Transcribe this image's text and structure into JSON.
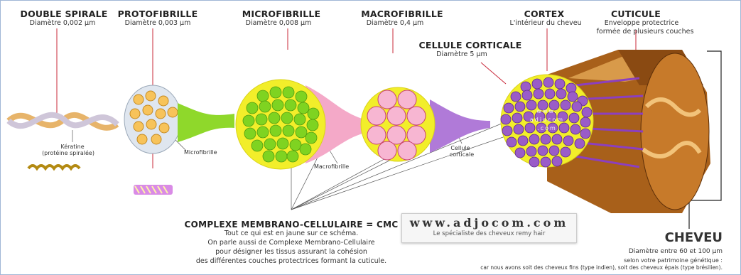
{
  "stages": [
    {
      "title": "DOUBLE SPIRALE",
      "diameter": "Diamètre  0,002 µm"
    },
    {
      "title": "PROTOFIBRILLE",
      "diameter": "Diamètre  0,003 µm"
    },
    {
      "title": "MICROFIBRILLE",
      "diameter": "Diamètre  0,008 µm"
    },
    {
      "title": "MACROFIBRILLE",
      "diameter": "Diamètre  0,4 µm"
    },
    {
      "title": "CORTEX",
      "diameter": "L'intérieur du cheveu"
    },
    {
      "title": "CUTICULE",
      "diameter": "Enveloppe protectrice",
      "diameter2": "formée de plusieurs couches"
    }
  ],
  "cellule": {
    "title": "CELLULE CORTICALE",
    "diameter": "Diamètre 5 µm"
  },
  "labels": {
    "keratine": "Kératine",
    "keratine2": "(protéine spiralée)",
    "microfibrille": "Microfibrille",
    "macrofibrille": "Macrofibrille",
    "cellule": "Cellule",
    "cellule2": "corticale"
  },
  "watermark": {
    "line1": "www.",
    "line2": "adjocom",
    "line3": ".com"
  },
  "cmc": {
    "title": "COMPLEXE MEMBRANO-CELLULAIRE = CMC",
    "line1": "Tout ce qui est en jaune sur ce schéma.",
    "line2": "On parle aussi de Complexe Membrano-Cellulaire",
    "line3": "pour désigner les tissus assurant la cohésion",
    "line4": "des différentes couches protectrices formant la cuticule."
  },
  "brand": {
    "url": "www.adjocom.com",
    "tagline": "Le spécialiste des cheveux remy hair"
  },
  "cheveu": {
    "title": "CHEVEU",
    "line1": "Diamètre entre 60 et 100 µm",
    "line2": "selon votre patrimoine génétique :",
    "line3": "car nous avons soit des cheveux fins (type indien), soit des cheveux épais (type brésilien)."
  },
  "colors": {
    "yellow": "#f2ee2a",
    "green": "#7fd321",
    "pink": "#f7b6d2",
    "purple": "#9a5cc8",
    "red": "#d22a3a",
    "hair": "#b26a1a"
  }
}
